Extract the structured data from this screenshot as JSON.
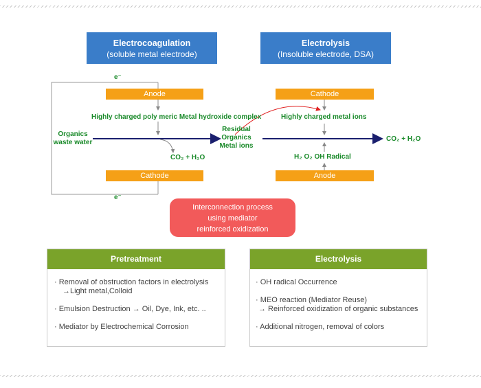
{
  "left_title": {
    "line1": "Electrocoagulation",
    "line2": "(soluble metal electrode)"
  },
  "right_title": {
    "line1": "Electrolysis",
    "line2": "(Insoluble electrode, DSA)"
  },
  "left_diagram": {
    "electron_top": "e⁻",
    "electron_bottom": "e⁻",
    "anode": "Anode",
    "cathode": "Cathode",
    "complex_text": "Highly charged poly meric Metal hydroxide complex",
    "input_line1": "Organics",
    "input_line2": "waste water",
    "co2_text": "CO₂ + H₂O"
  },
  "middle": {
    "line1": "Residual",
    "line2": "Organics",
    "line3": "Metal ions"
  },
  "right_diagram": {
    "cathode": "Cathode",
    "anode": "Anode",
    "metal_ions": "Highly charged metal ions",
    "radical": "H₂ O₂ OH Radical",
    "co2_text": "CO₂ + H₂O"
  },
  "interconnection": {
    "line1": "Interconnection process",
    "line2": "using mediator",
    "line3": "reinforced oxidization"
  },
  "pretreatment": {
    "title": "Pretreatment",
    "item1_line1": "·  Removal of obstruction factors in electrolysis",
    "item1_line2": "→Light metal,Colloid",
    "item2": "·  Emulsion Destruction → Oil, Dye, Ink, etc. ..",
    "item3": "·  Mediator by Electrochemical Corrosion"
  },
  "electrolysis_panel": {
    "title": "Electrolysis",
    "item1": "·  OH radical Occurrence",
    "item2_line1": "·  MEO reaction (Mediator Reuse)",
    "item2_line2": "→ Reinforced oxidization of organic substances",
    "item3": "·  Additional nitrogen, removal of colors"
  },
  "colors": {
    "blue": "#3a7dc9",
    "orange": "#f5a017",
    "green_text": "#1a8a2a",
    "navy_arrow": "#1a1f6e",
    "red": "#f25a5a",
    "panel_green": "#7aa32a"
  }
}
